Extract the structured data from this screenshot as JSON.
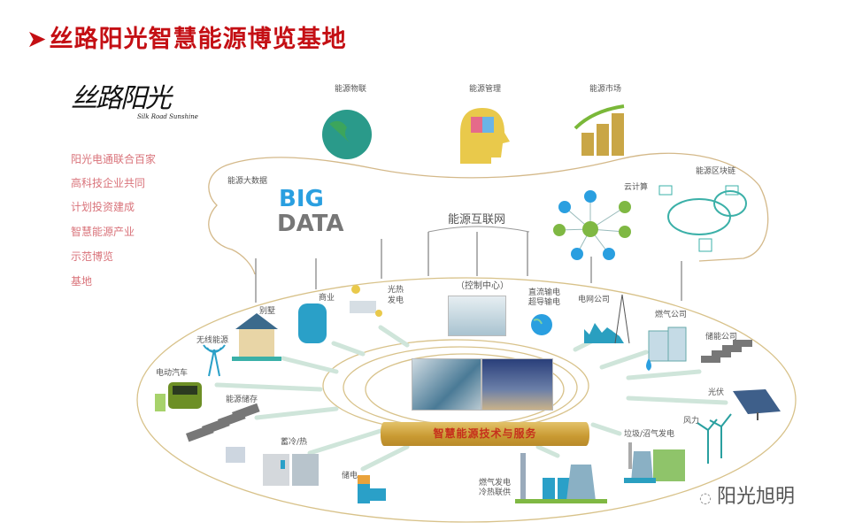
{
  "title": {
    "arrow": "➤",
    "text": "丝路阳光智慧能源博览基地"
  },
  "logo": {
    "calligraphy": "丝路阳光",
    "subtitle": "Silk Road Sunshine"
  },
  "slogans": [
    "阳光电通联合百家",
    "高科技企业共同",
    "计划投资建成",
    "智慧能源产业",
    "示范博览",
    "基地"
  ],
  "top_labels": {
    "iot": "能源物联",
    "management": "能源管理",
    "market": "能源市场"
  },
  "cloud": {
    "bigdata": "能源大数据",
    "internet": "能源互联网",
    "cloud_computing": "云计算",
    "blockchain": "能源区块链",
    "bigdata_word1": "BIG",
    "bigdata_word2": "DATA"
  },
  "core": {
    "band": "智慧能源技术与服务",
    "control_center": "（控制中心）"
  },
  "nodes": {
    "villa": "别墅",
    "commercial": "商业",
    "solar_thermal_1": "光热",
    "solar_thermal_2": "发电",
    "dc_1": "直流输电",
    "dc_2": "超导输电",
    "grid": "电网公司",
    "gas_co": "燃气公司",
    "storage_co": "储能公司",
    "pv": "光伏",
    "wind": "风力",
    "biogas": "垃圾/沼气发电",
    "chp_1": "燃气发电",
    "chp_2": "冷热联供",
    "battery": "储电",
    "thermal_storage": "蓄冷/热",
    "energy_storage": "能源储存",
    "ev": "电动汽车",
    "wireless": "无线能源"
  },
  "watermark": "阳光旭明",
  "colors": {
    "title": "#c40f14",
    "slogan": "#d9737a",
    "gold": "#c99a32",
    "ring": "#d8c28a"
  }
}
